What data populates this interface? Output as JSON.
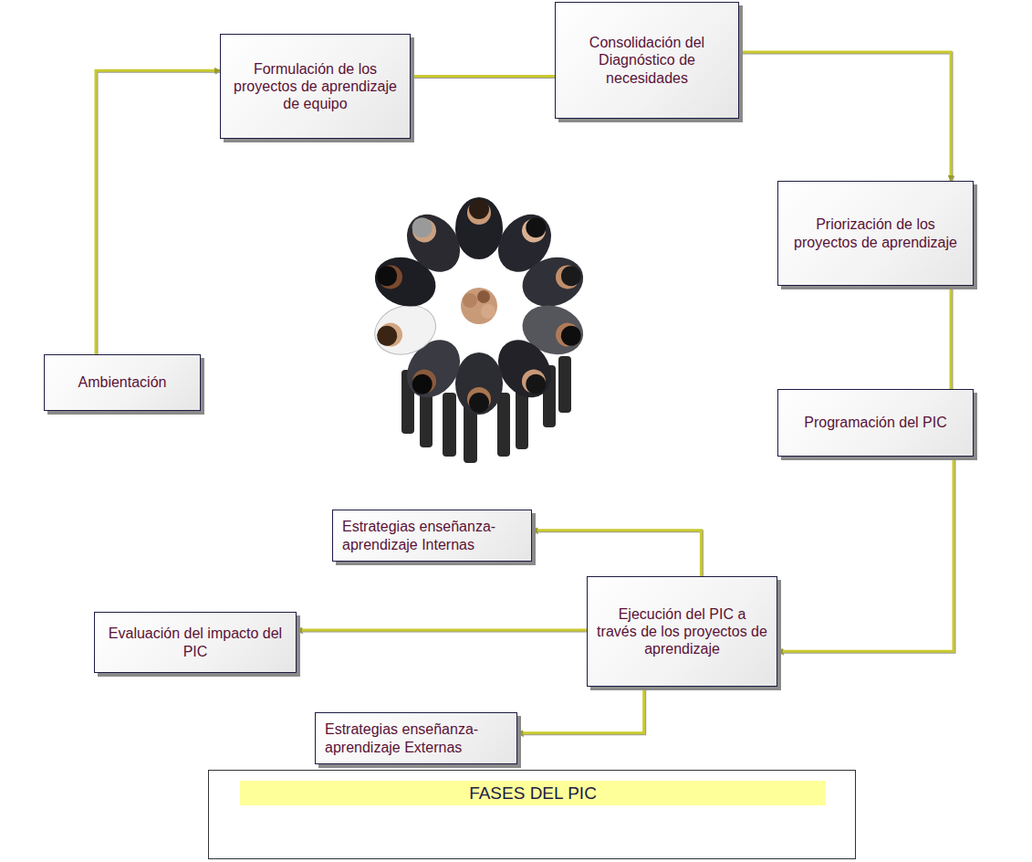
{
  "diagram": {
    "title": "FASES DEL PIC",
    "nodes": [
      {
        "text": [
          "Ambientación"
        ]
      },
      {
        "text": [
          "Formulación de los proyectos de aprendizaje de equipo"
        ]
      },
      {
        "text": [
          "Consolidación del Diagnóstico de necesidades"
        ]
      },
      {
        "text": [
          "Priorización de los proyectos de aprendizaje"
        ]
      },
      {
        "text": [
          "Programación del PIC"
        ]
      },
      {
        "text": [
          "Ejecución del PIC a través de los proyectos de aprendizaje"
        ]
      },
      {
        "text": [
          "Estrategias enseñanza-aprendizaje Internas"
        ]
      },
      {
        "text": [
          "Evaluación del impacto del PIC"
        ]
      },
      {
        "text": [
          "Estrategias enseñanza-aprendizaje Externas"
        ]
      }
    ],
    "edges": [
      {
        "from": 0,
        "to": 1,
        "arrow": "to"
      },
      {
        "from": 1,
        "to": 2,
        "arrow": "none"
      },
      {
        "from": 2,
        "to": 3,
        "arrow": "to"
      },
      {
        "from": 3,
        "to": 4,
        "arrow": "none"
      },
      {
        "from": 4,
        "to": 5,
        "arrow": "to"
      },
      {
        "from": 5,
        "to": 6,
        "arrow": "to"
      },
      {
        "from": 5,
        "to": 7,
        "arrow": "to"
      },
      {
        "from": 5,
        "to": 8,
        "arrow": "to"
      }
    ]
  }
}
